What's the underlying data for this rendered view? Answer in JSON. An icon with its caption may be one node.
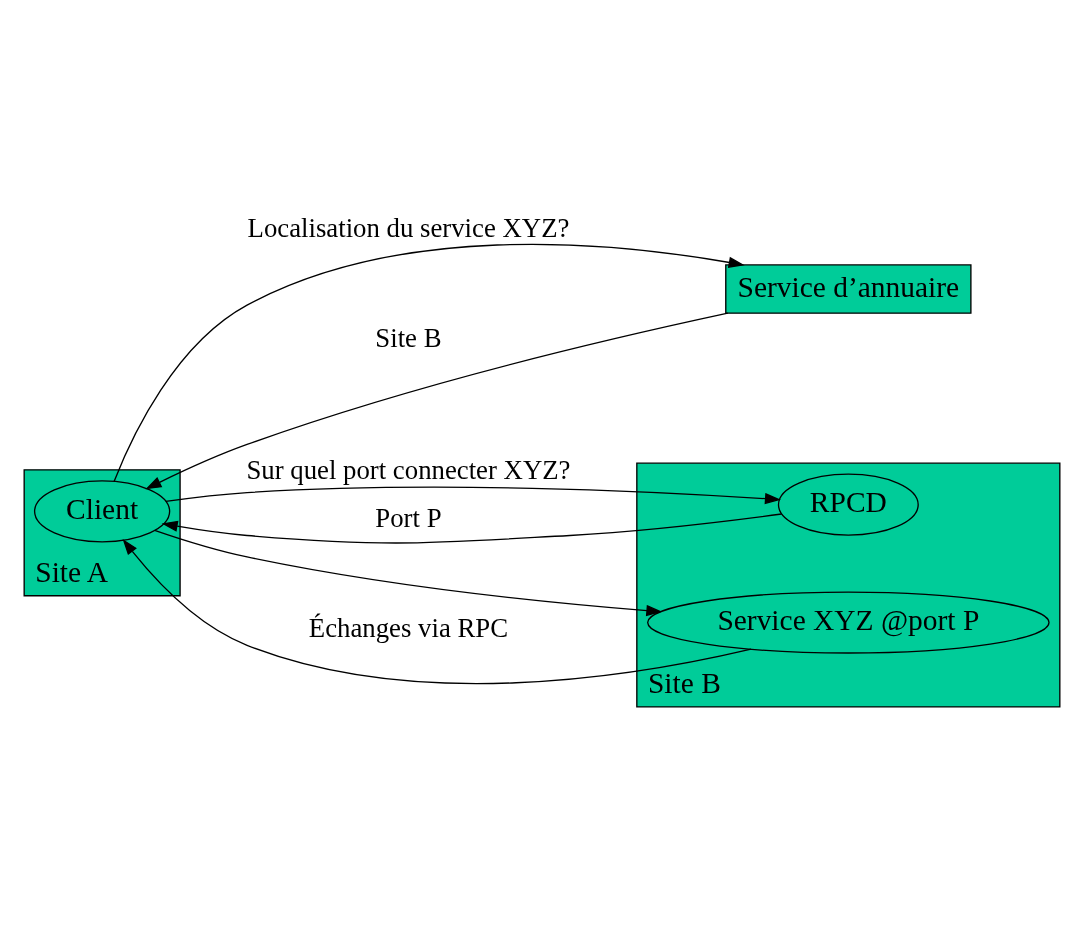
{
  "diagram": {
    "nodes": [
      {
        "text": [
          "Site A"
        ]
      },
      {
        "text": [
          "Client"
        ],
        "in": 0
      },
      {
        "text": [
          "Service d’annuaire"
        ]
      },
      {
        "text": [
          "Site B"
        ]
      },
      {
        "text": [
          "RPCD"
        ],
        "in": 3
      },
      {
        "text": [
          "Service XYZ @port P"
        ],
        "in": 3
      }
    ],
    "edges": [
      {
        "from": 1,
        "to": 2,
        "arrow": "to",
        "label": "Localisation du service XYZ?"
      },
      {
        "from": 2,
        "to": 1,
        "arrow": "to",
        "label": "Site B"
      },
      {
        "from": 1,
        "to": 4,
        "arrow": "to",
        "label": "Sur quel port connecter XYZ?"
      },
      {
        "from": 4,
        "to": 1,
        "arrow": "to",
        "label": "Port P"
      },
      {
        "from": 1,
        "to": 5,
        "arrow": "to"
      },
      {
        "from": 5,
        "to": 1,
        "arrow": "to",
        "label": "Échanges via RPC"
      }
    ]
  }
}
